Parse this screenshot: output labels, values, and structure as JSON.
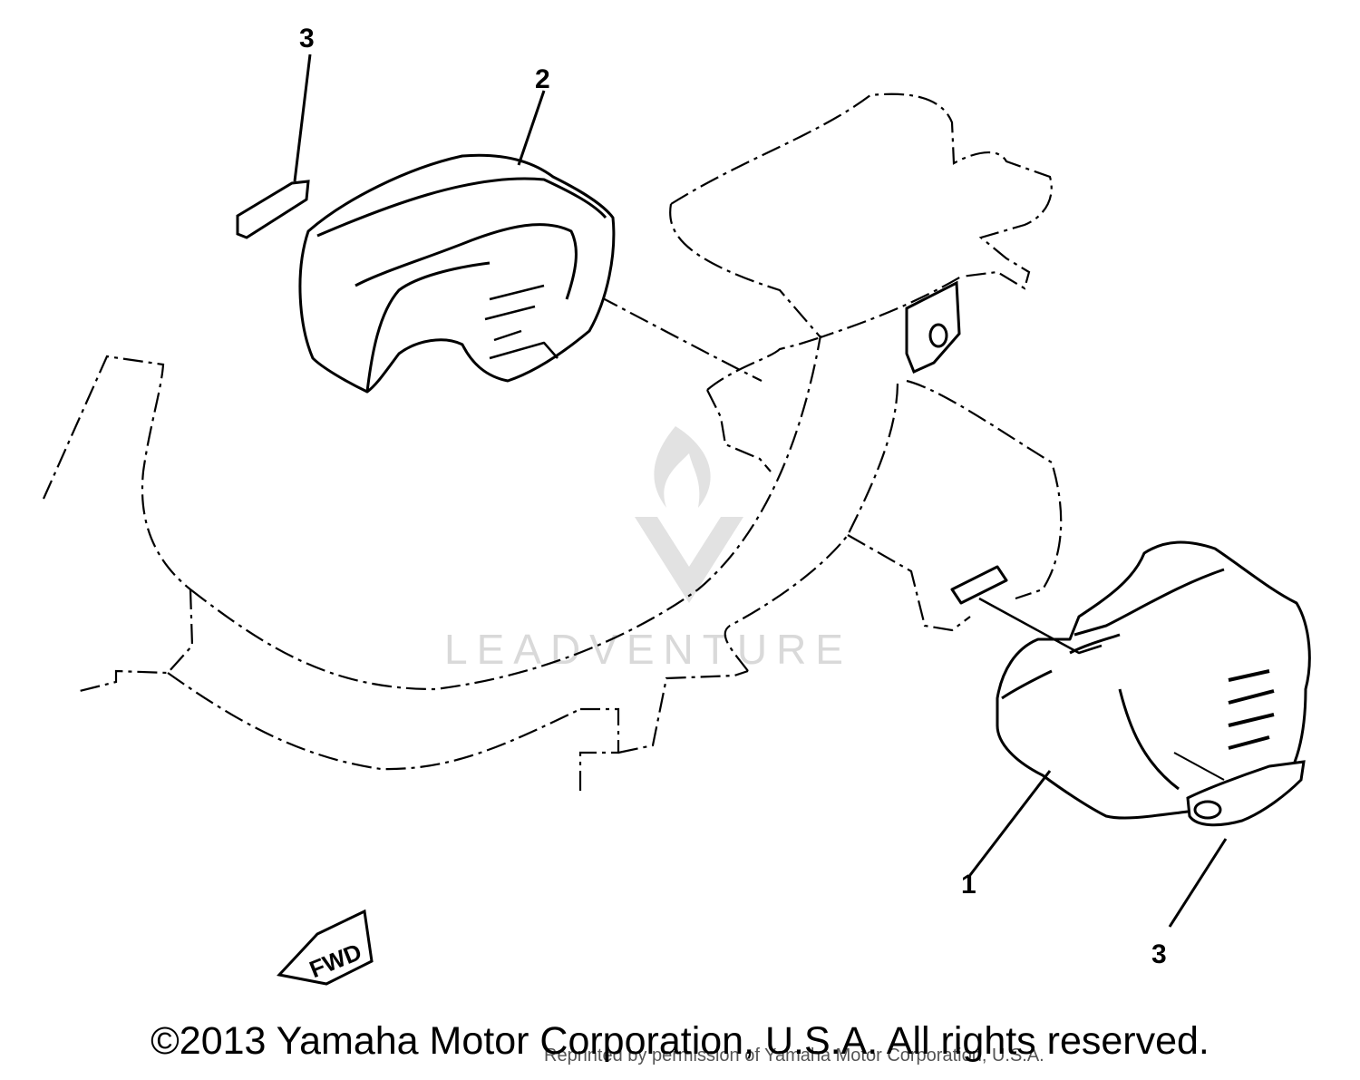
{
  "callouts": {
    "part_1": "1",
    "part_2": "2",
    "part_3_top": "3",
    "part_3_bottom": "3"
  },
  "fwd_label": "FWD",
  "watermark": "LEADVENTURE",
  "copyright": "©2013 Yamaha Motor Corporation, U.S.A. All rights reserved.",
  "underprint": "Reprinted by permission of Yamaha Motor Corporation, U.S.A.",
  "colors": {
    "line": "#000000",
    "watermark": "#d9d9d9"
  }
}
